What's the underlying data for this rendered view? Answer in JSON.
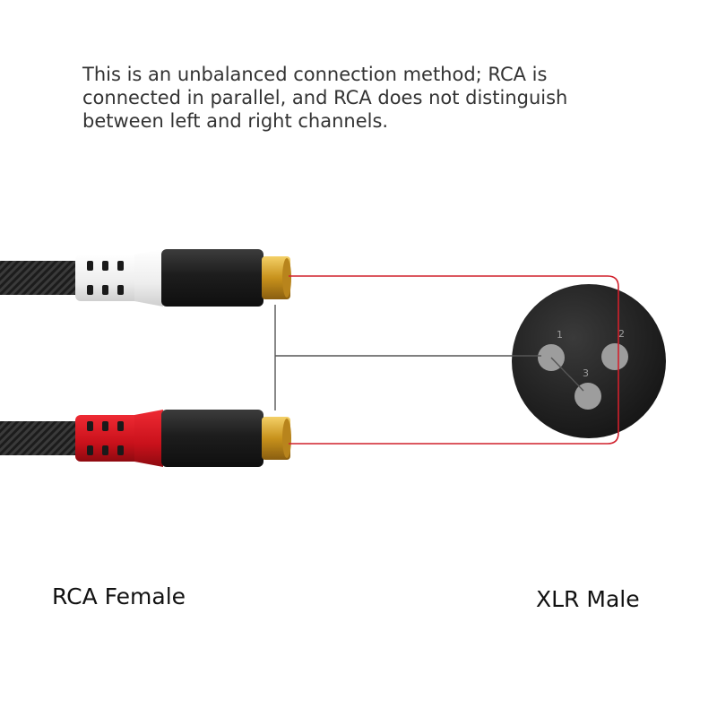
{
  "description": {
    "line1": "This is an unbalanced connection method; RCA is",
    "line2": "connected in parallel, and RCA does not distinguish",
    "line3": "between left and right channels."
  },
  "labels": {
    "rca": "RCA Female",
    "xlr": "XLR Male"
  },
  "xlr_pins": [
    "1",
    "2",
    "3"
  ],
  "colors": {
    "signal_wire": "#d1202c",
    "ground_wire": "#555555",
    "white_boot": "#f2f2f2",
    "red_boot": "#d4141f",
    "gold_tip": "#e2b43c",
    "connector_body": "#252525",
    "xlr_face": "#1f1f1f",
    "xlr_pin": "#9d9d9d"
  }
}
